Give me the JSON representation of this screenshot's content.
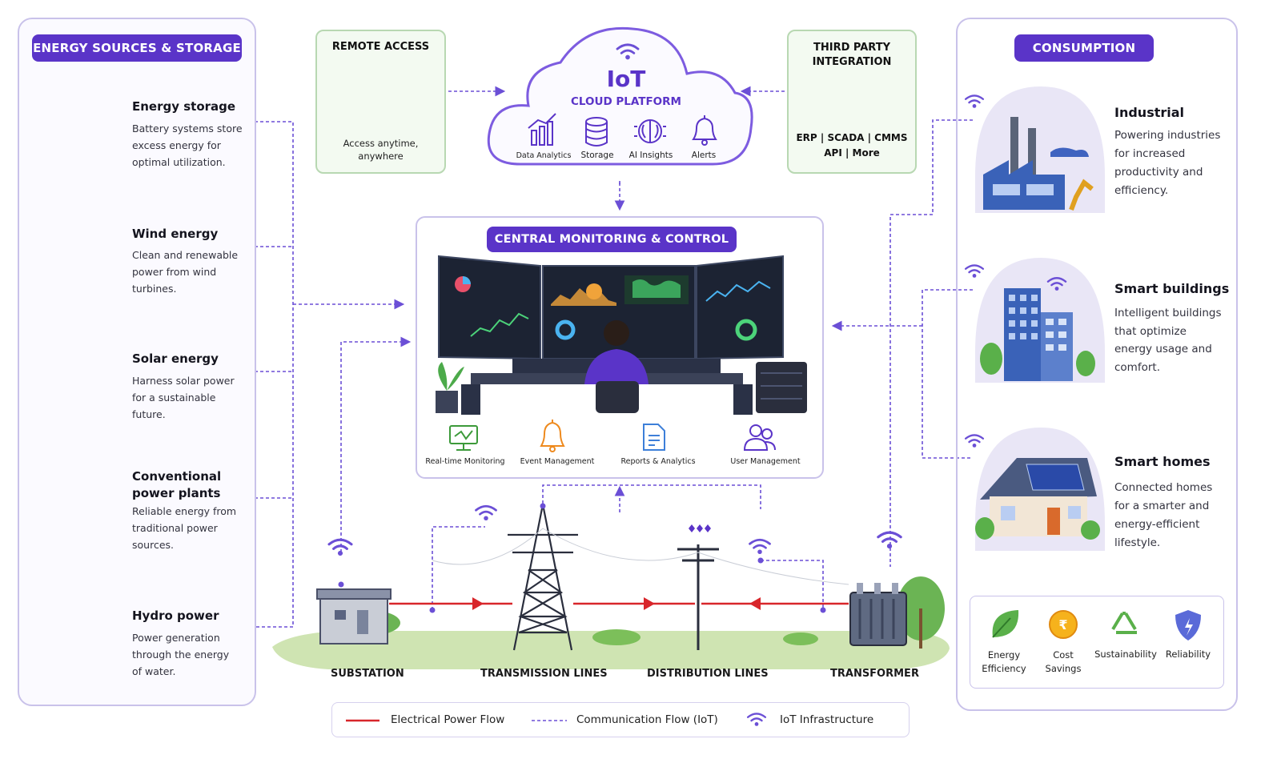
{
  "left_panel": {
    "title": "ENERGY SOURCES & STORAGE",
    "items": [
      {
        "title": "Energy storage",
        "lines": [
          "Battery systems store",
          "excess energy for",
          "optimal utilization."
        ],
        "icon": "battery-icon"
      },
      {
        "title": "Wind energy",
        "lines": [
          "Clean and renewable",
          "power from wind",
          "turbines."
        ],
        "icon": "wind-turbine-icon"
      },
      {
        "title": "Solar energy",
        "lines": [
          "Harness solar power",
          "for a sustainable",
          "future."
        ],
        "icon": "solar-panel-icon"
      },
      {
        "title_lines": [
          "Conventional",
          "power plants"
        ],
        "lines": [
          "Reliable energy from",
          "traditional power",
          "sources."
        ],
        "icon": "power-plant-icon"
      },
      {
        "title": "Hydro power",
        "lines": [
          "Power generation",
          "through the energy",
          "of water."
        ],
        "icon": "dam-icon"
      }
    ]
  },
  "remote_access": {
    "title": "REMOTE ACCESS",
    "caption_lines": [
      "Access anytime,",
      "anywhere"
    ]
  },
  "cloud": {
    "title": "IoT",
    "subtitle": "CLOUD PLATFORM",
    "features": [
      {
        "label": "Data Analytics",
        "icon": "bar-chart-icon"
      },
      {
        "label": "Storage",
        "icon": "database-icon"
      },
      {
        "label": "AI Insights",
        "icon": "brain-chip-icon"
      },
      {
        "label": "Alerts",
        "icon": "bell-icon"
      }
    ]
  },
  "third_party": {
    "title_lines": [
      "THIRD PARTY",
      "INTEGRATION"
    ],
    "systems_lines": [
      "ERP | SCADA | CMMS",
      "API | More"
    ]
  },
  "central": {
    "title": "CENTRAL MONITORING & CONTROL",
    "features": [
      {
        "label": "Real-time Monitoring",
        "icon": "monitor-icon"
      },
      {
        "label": "Event Management",
        "icon": "bell-icon"
      },
      {
        "label": "Reports & Analytics",
        "icon": "report-icon"
      },
      {
        "label": "User Management",
        "icon": "users-icon"
      }
    ]
  },
  "grid": {
    "labels": [
      "SUBSTATION",
      "TRANSMISSION LINES",
      "DISTRIBUTION LINES",
      "TRANSFORMER"
    ]
  },
  "right_panel": {
    "title": "CONSUMPTION",
    "items": [
      {
        "title": "Industrial",
        "lines": [
          "Powering industries",
          "for increased",
          "productivity and",
          "efficiency."
        ],
        "icon": "factory-icon"
      },
      {
        "title": "Smart buildings",
        "lines": [
          "Intelligent buildings",
          "that optimize",
          "energy usage and",
          "comfort."
        ],
        "icon": "building-icon"
      },
      {
        "title": "Smart homes",
        "lines": [
          "Connected homes",
          "for a smarter and",
          "energy-efficient",
          "lifestyle."
        ],
        "icon": "house-icon"
      }
    ],
    "benefits": [
      {
        "label_lines": [
          "Energy",
          "Efficiency"
        ],
        "icon": "leaf-icon"
      },
      {
        "label_lines": [
          "Cost",
          "Savings"
        ],
        "icon": "rupee-coin-icon"
      },
      {
        "label_lines": [
          "Sustainability"
        ],
        "icon": "recycle-icon"
      },
      {
        "label_lines": [
          "Reliability"
        ],
        "icon": "shield-icon"
      }
    ]
  },
  "legend": {
    "items": [
      {
        "label": "Electrical Power Flow"
      },
      {
        "label": "Communication Flow (IoT)"
      },
      {
        "label": "IoT Infrastructure"
      }
    ]
  },
  "colors": {
    "accent": "#5a34c8",
    "power_flow": "#d8262b",
    "comm_flow": "#6b4fd6",
    "panel_border": "#c9c2ea",
    "green_box": "#b8d8b2"
  }
}
